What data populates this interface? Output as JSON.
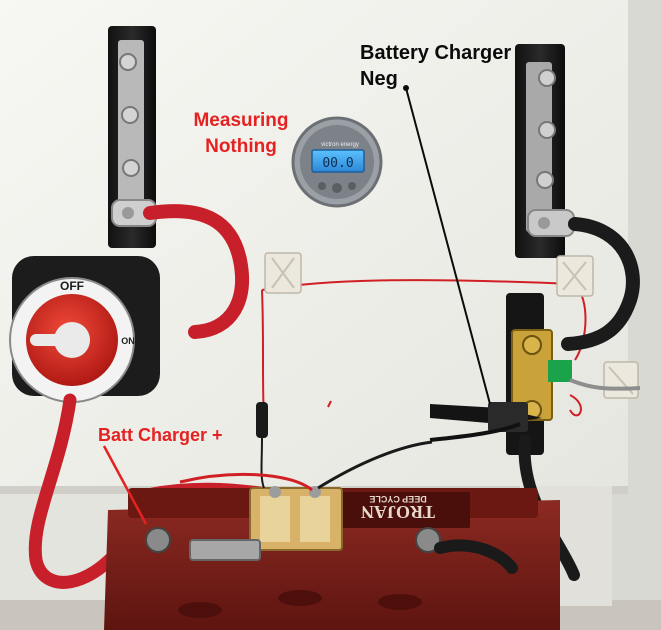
{
  "annotations": {
    "measuring": [
      "Measuring",
      "Nothing"
    ],
    "charger_neg": [
      "Battery Charger",
      "Neg"
    ],
    "batt_charger_pos": "Batt Charger +"
  },
  "switch": {
    "off_label": "OFF",
    "on_label": "ON"
  },
  "monitor": {
    "brand": "victron energy",
    "display": "00.0"
  },
  "battery": {
    "brand": "TROJAN",
    "model": "DEEP CYCLE"
  },
  "icons": [
    "battery-switch-knob-icon",
    "arrow-line-icon"
  ],
  "colors": {
    "annotation_red": "#e52222",
    "annotation_black": "#0b0b0b",
    "cable_red": "#c8202a",
    "battery_body": "#7a1c17",
    "board": "#f3f3ef",
    "monitor_screen": "#3aa6e8"
  }
}
